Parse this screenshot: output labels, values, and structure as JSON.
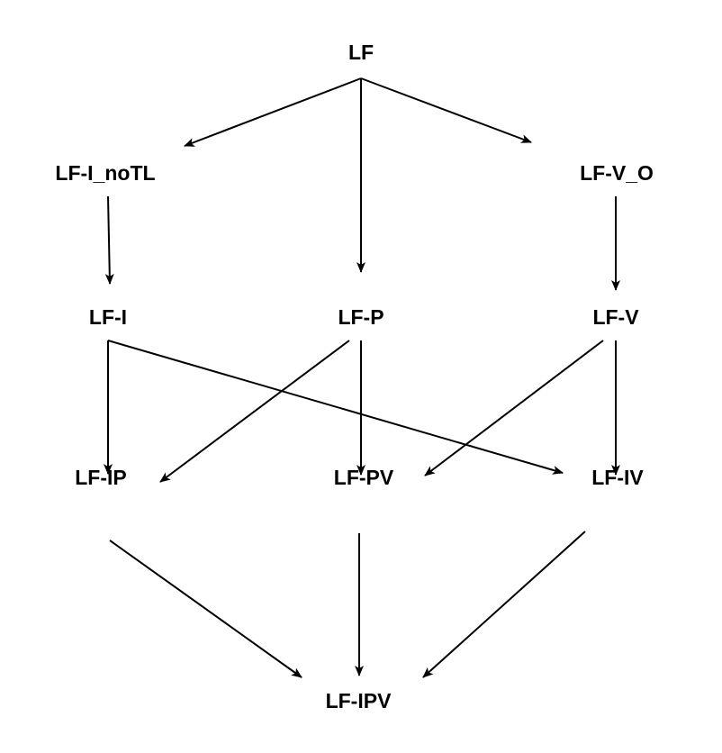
{
  "nodes": [
    {
      "id": "lf",
      "label": "LF"
    },
    {
      "id": "lf-i-notl",
      "label": "LF-I_noTL"
    },
    {
      "id": "lf-v-o",
      "label": "LF-V_O"
    },
    {
      "id": "lf-i",
      "label": "LF-I"
    },
    {
      "id": "lf-p",
      "label": "LF-P"
    },
    {
      "id": "lf-v",
      "label": "LF-V"
    },
    {
      "id": "lf-ip",
      "label": "LF-IP"
    },
    {
      "id": "lf-pv",
      "label": "LF-PV"
    },
    {
      "id": "lf-iv",
      "label": "LF-IV"
    },
    {
      "id": "lf-ipv",
      "label": "LF-IPV"
    }
  ],
  "edges": [
    {
      "from": "lf",
      "to": "lf-i-notl"
    },
    {
      "from": "lf",
      "to": "lf-p"
    },
    {
      "from": "lf",
      "to": "lf-v-o"
    },
    {
      "from": "lf-i-notl",
      "to": "lf-i"
    },
    {
      "from": "lf-v-o",
      "to": "lf-v"
    },
    {
      "from": "lf-i",
      "to": "lf-ip"
    },
    {
      "from": "lf-i",
      "to": "lf-iv"
    },
    {
      "from": "lf-p",
      "to": "lf-ip"
    },
    {
      "from": "lf-p",
      "to": "lf-pv"
    },
    {
      "from": "lf-v",
      "to": "lf-pv"
    },
    {
      "from": "lf-v",
      "to": "lf-iv"
    },
    {
      "from": "lf-ip",
      "to": "lf-ipv"
    },
    {
      "from": "lf-pv",
      "to": "lf-ipv"
    },
    {
      "from": "lf-iv",
      "to": "lf-ipv"
    }
  ]
}
